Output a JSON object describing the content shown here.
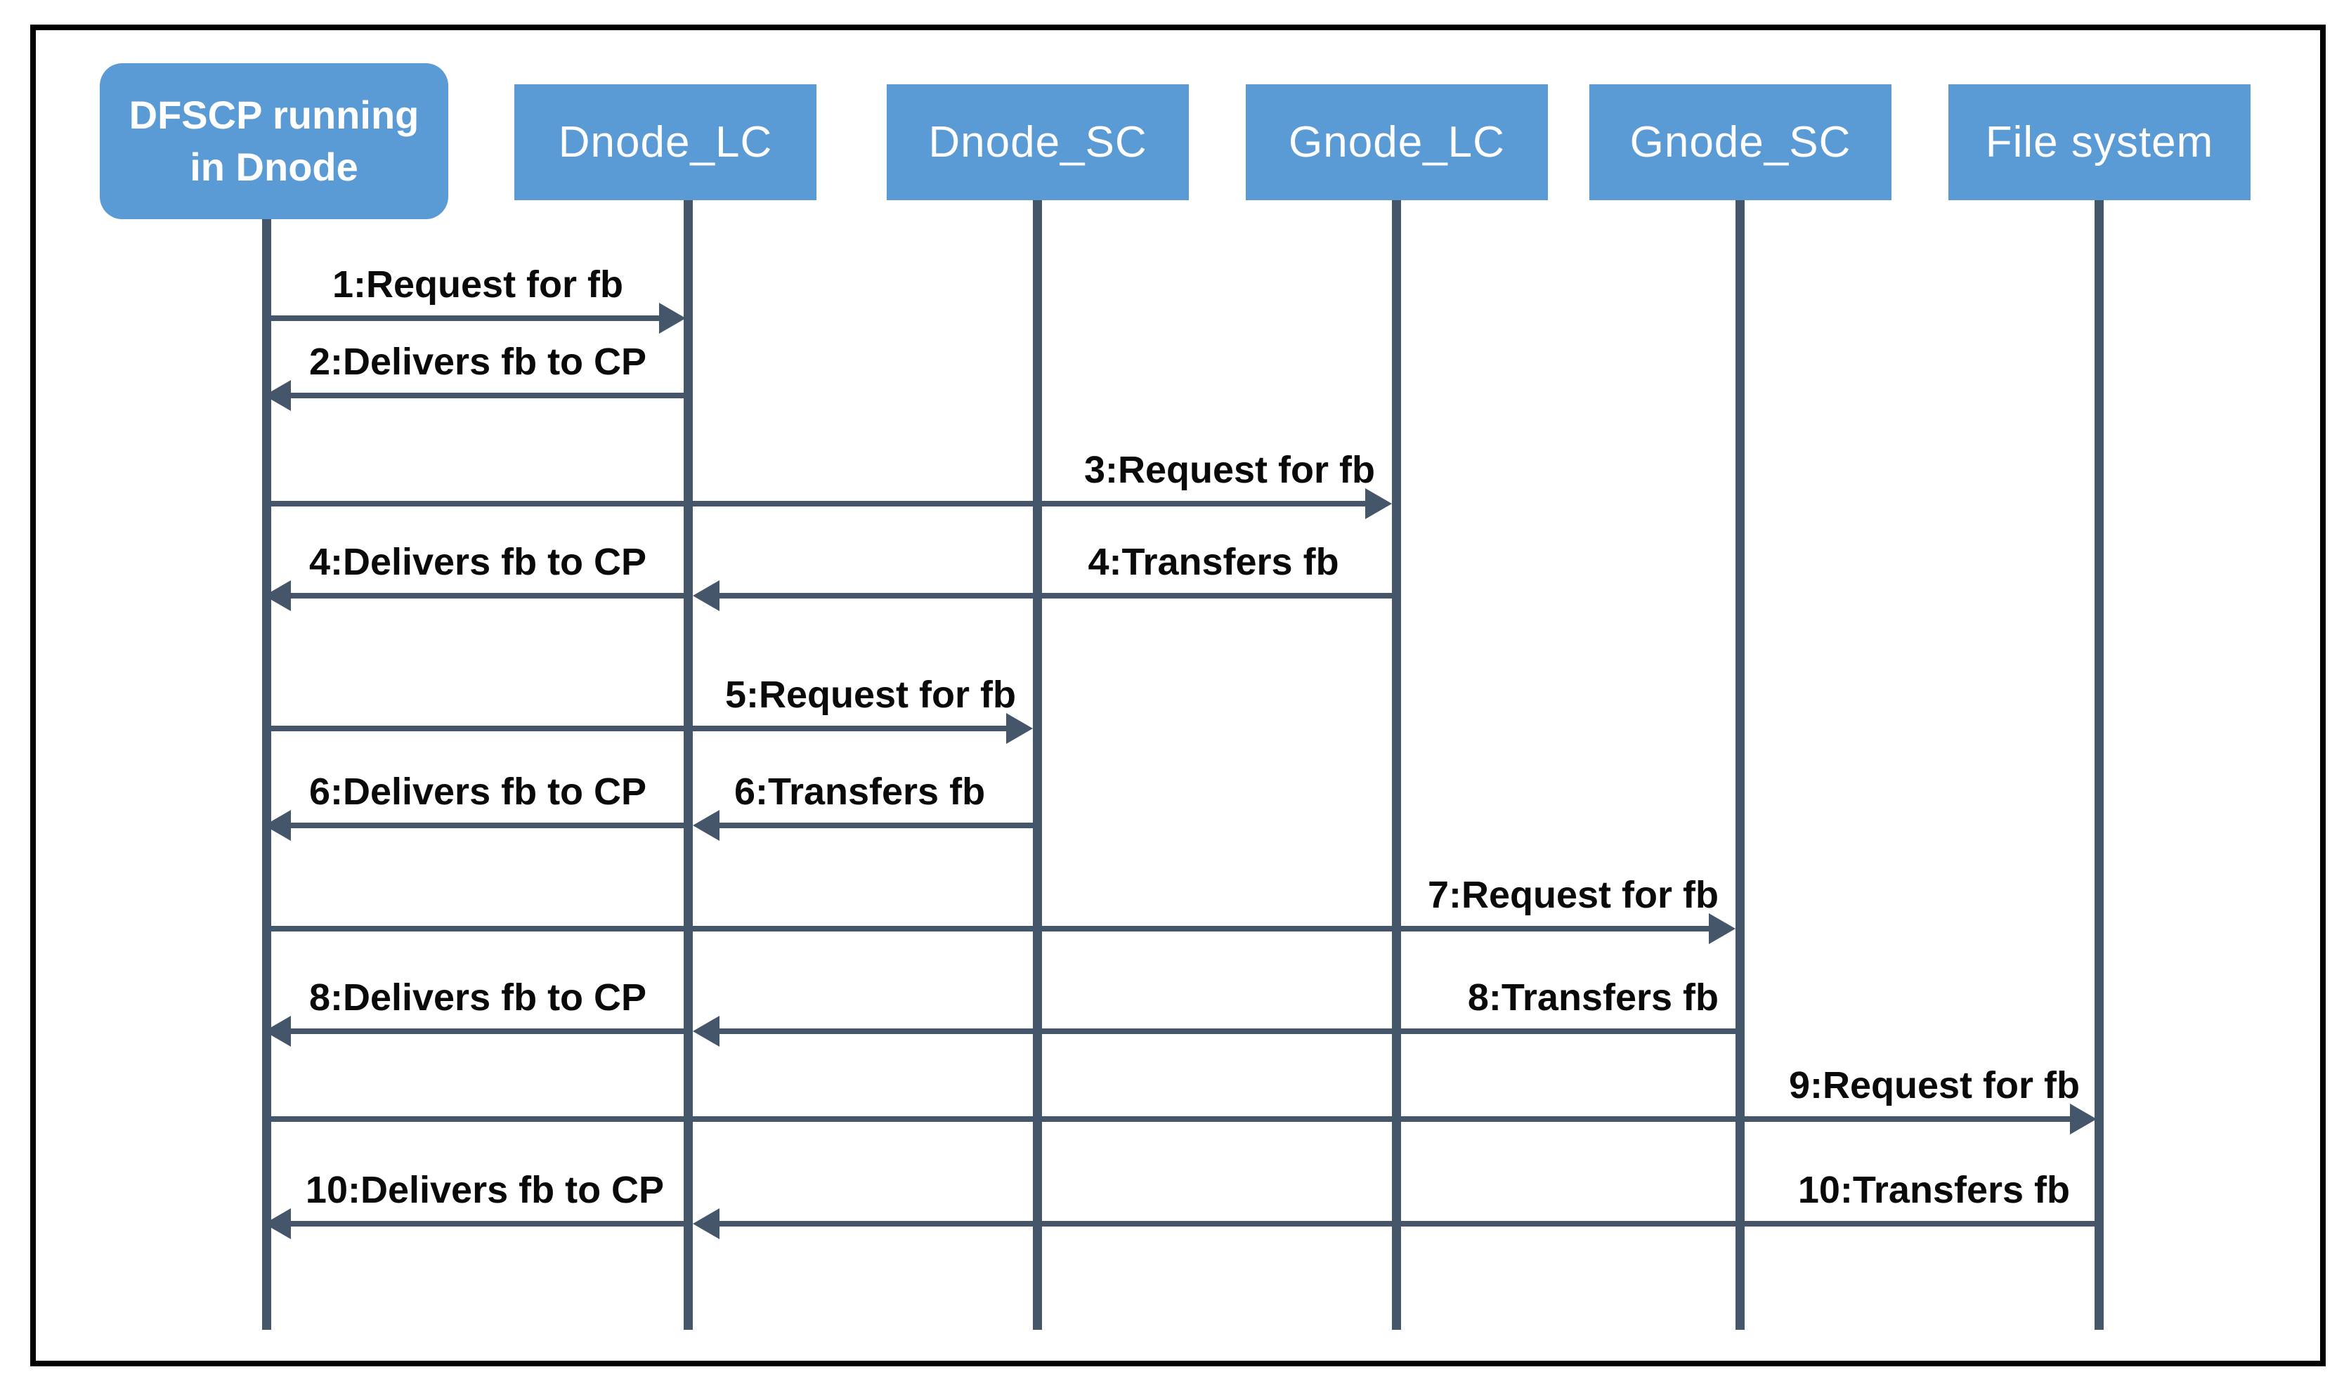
{
  "diagram_type": "sequence-diagram",
  "colors": {
    "actor_fill": "#5B9BD5",
    "actor_text": "#FFFFFF",
    "line": "#45566B",
    "message_text": "#0A0A0A",
    "frame_border": "#000000",
    "background": "#FFFFFF"
  },
  "actors": [
    {
      "label": "DFSCP running in Dnode",
      "lines": [
        "DFSCP running",
        "in Dnode"
      ],
      "shape": "rounded"
    },
    {
      "label": "Dnode_LC",
      "shape": "rect"
    },
    {
      "label": "Dnode_SC",
      "shape": "rect"
    },
    {
      "label": "Gnode_LC",
      "shape": "rect"
    },
    {
      "label": "Gnode_SC",
      "shape": "rect"
    },
    {
      "label": "File system",
      "shape": "rect"
    }
  ],
  "messages": [
    {
      "label": "1:Request for fb",
      "from": "DFSCP running in Dnode",
      "to": "Dnode_LC",
      "direction": "right"
    },
    {
      "label": "2:Delivers fb to CP",
      "from": "Dnode_LC",
      "to": "DFSCP running in Dnode",
      "direction": "left"
    },
    {
      "label": "3:Request for fb",
      "from": "DFSCP running in Dnode",
      "to": "Gnode_LC",
      "direction": "right"
    },
    {
      "label": "4:Transfers fb",
      "from": "Gnode_LC",
      "to": "Dnode_LC",
      "direction": "left"
    },
    {
      "label": "4:Delivers fb to CP",
      "from": "Dnode_LC",
      "to": "DFSCP running in Dnode",
      "direction": "left"
    },
    {
      "label": "5:Request for fb",
      "from": "DFSCP running in Dnode",
      "to": "Dnode_SC",
      "direction": "right"
    },
    {
      "label": "6:Transfers fb",
      "from": "Dnode_SC",
      "to": "Dnode_LC",
      "direction": "left"
    },
    {
      "label": "6:Delivers fb to CP",
      "from": "Dnode_LC",
      "to": "DFSCP running in Dnode",
      "direction": "left"
    },
    {
      "label": "7:Request for fb",
      "from": "DFSCP running in Dnode",
      "to": "Gnode_SC",
      "direction": "right"
    },
    {
      "label": "8:Transfers fb",
      "from": "Gnode_SC",
      "to": "Dnode_LC",
      "direction": "left"
    },
    {
      "label": "8:Delivers fb to CP",
      "from": "Dnode_LC",
      "to": "DFSCP running in Dnode",
      "direction": "left"
    },
    {
      "label": "9:Request for fb",
      "from": "DFSCP running in Dnode",
      "to": "File system",
      "direction": "right"
    },
    {
      "label": "10:Transfers fb",
      "from": "File system",
      "to": "Dnode_LC",
      "direction": "left"
    },
    {
      "label": "10:Delivers fb to CP",
      "from": "Dnode_LC",
      "to": "DFSCP running in Dnode",
      "direction": "left"
    }
  ]
}
